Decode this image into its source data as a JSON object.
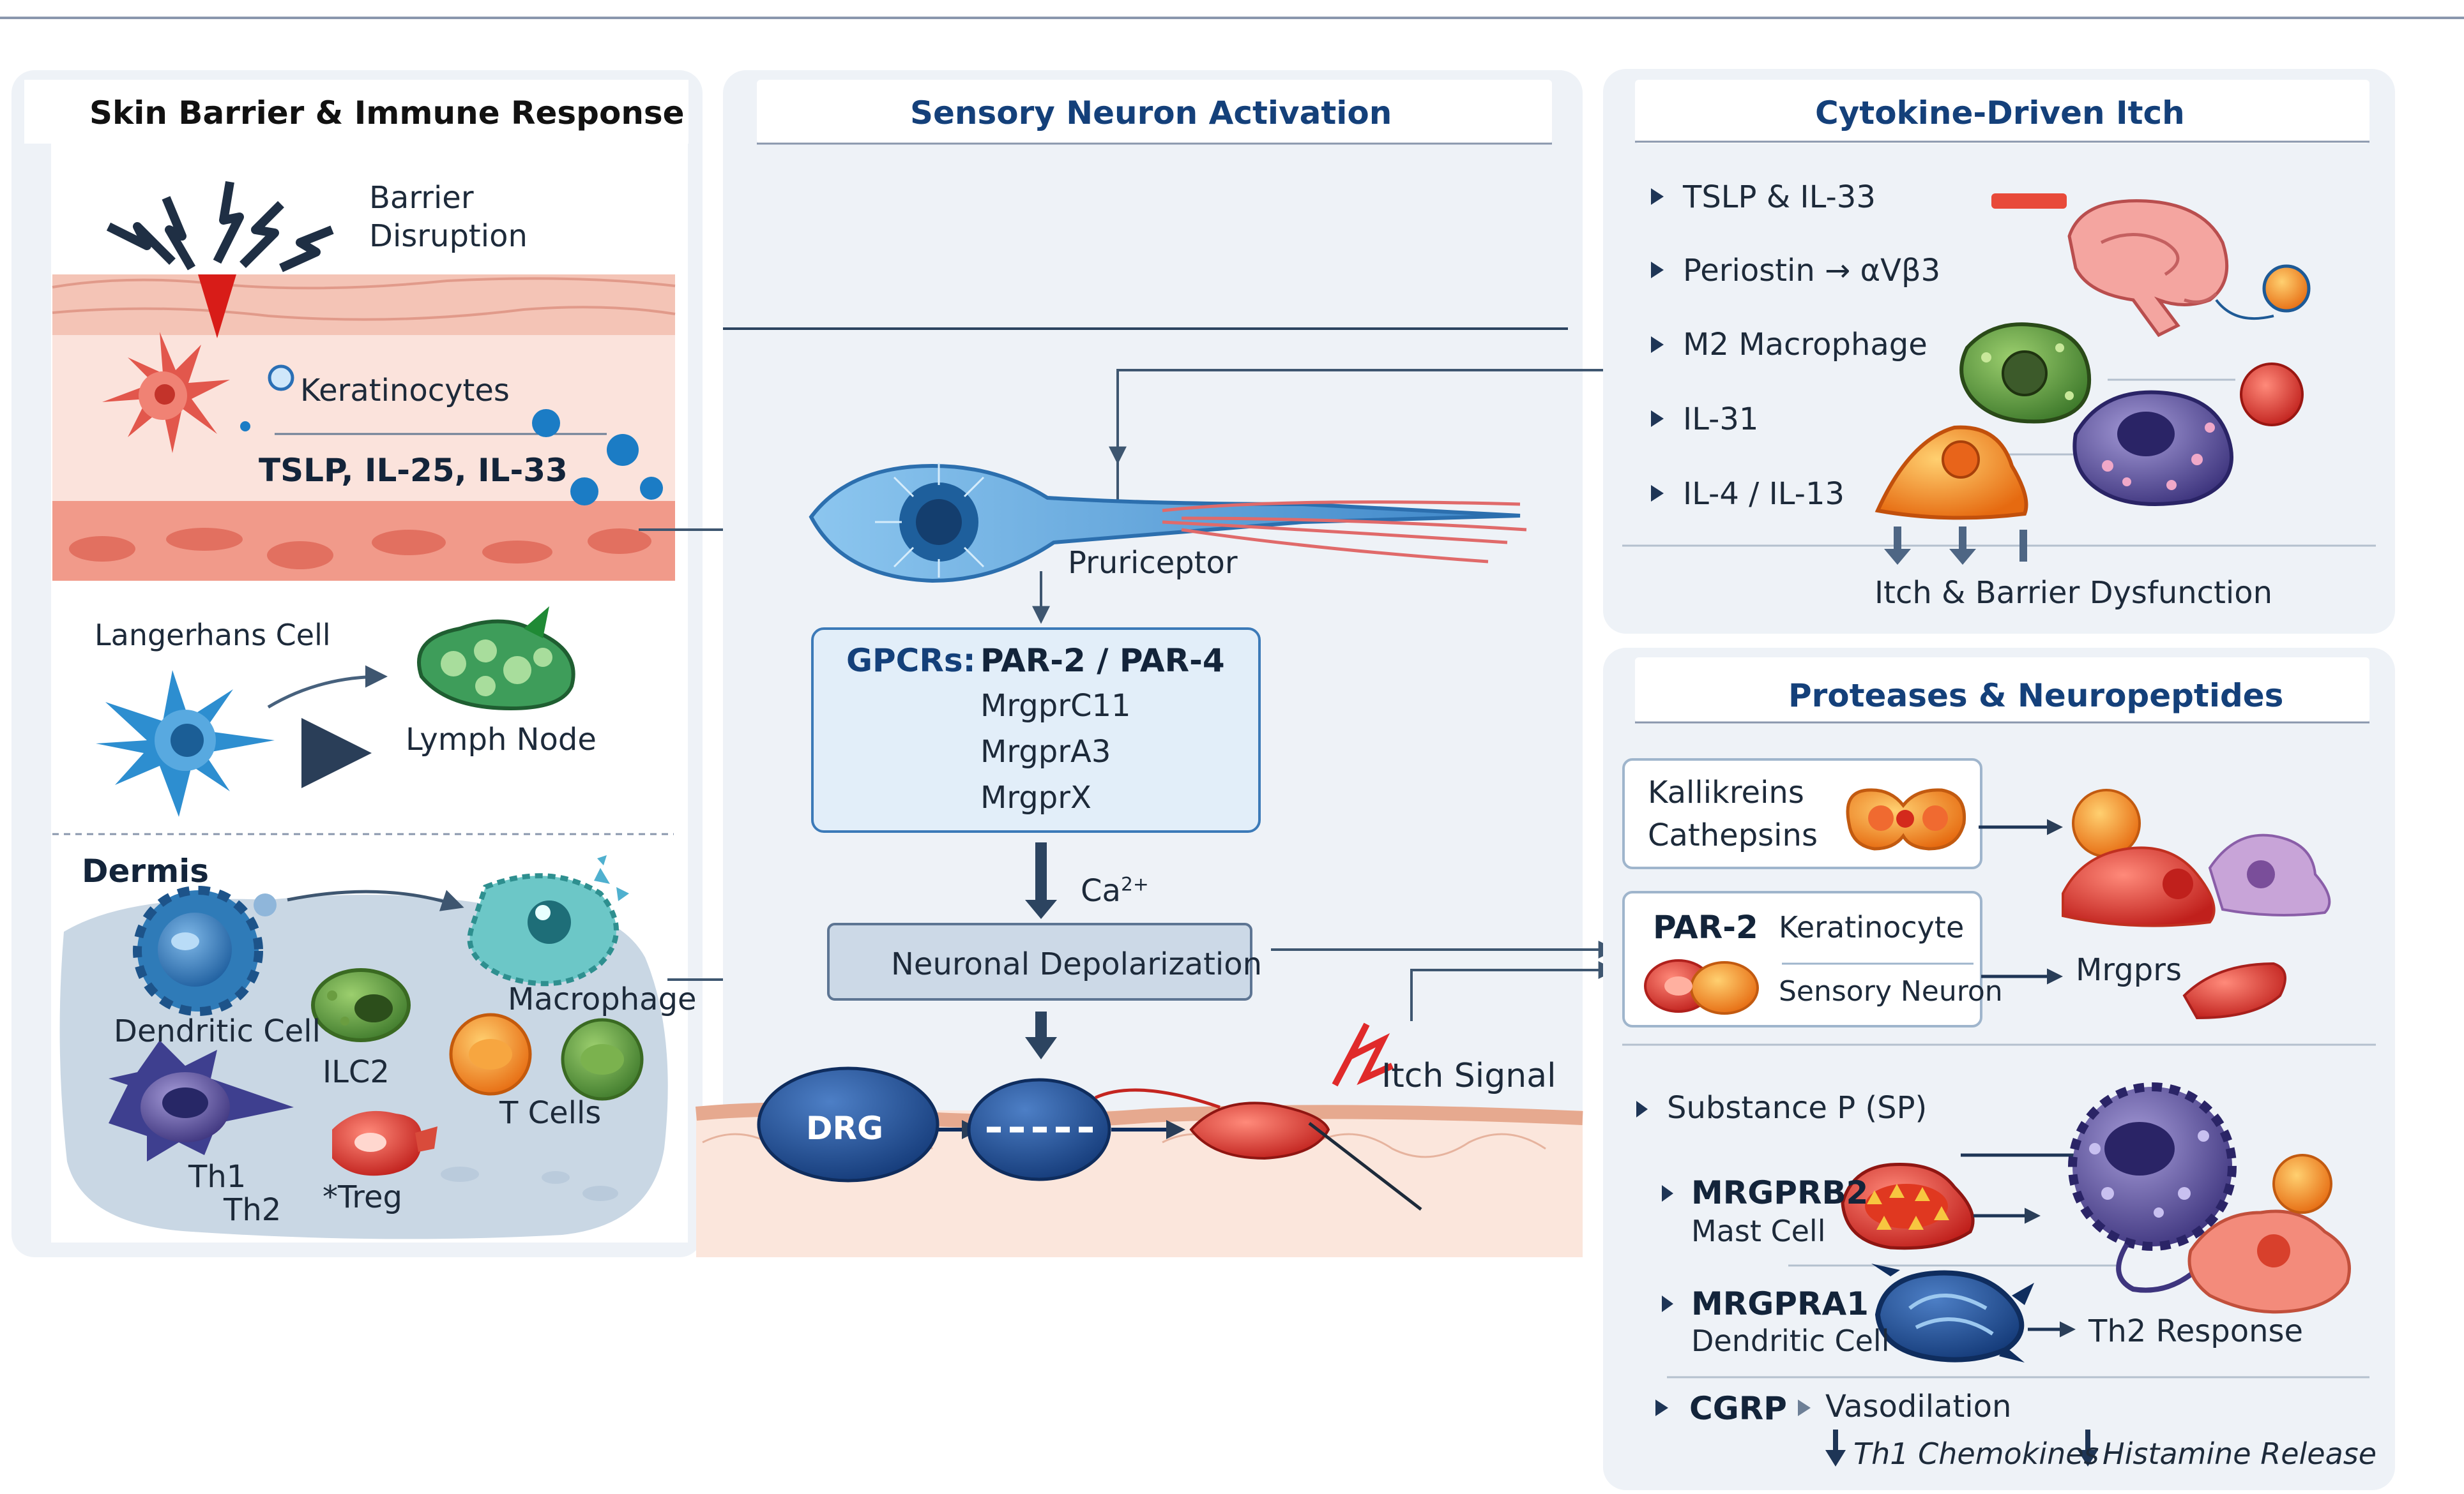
{
  "panels": {
    "skin": {
      "title": "Skin Barrier & Immune Response",
      "barrier": "Barrier\nDisruption",
      "keratinocytes": "Keratinocytes",
      "cytokines": "TSLP, IL-25, IL-33",
      "langerhans": "Langerhans Cell",
      "lymph_node": "Lymph Node",
      "dermis": "Dermis",
      "dendritic": "Dendritic Cell",
      "ilc2": "ILC2",
      "macrophage": "Macrophage",
      "t_cells": "T Cells",
      "th1": "Th1",
      "th2": "Th2",
      "treg": "*Treg"
    },
    "sensory": {
      "title": "Sensory Neuron Activation",
      "pruriceptor": "Pruriceptor",
      "gpcr_label": "GPCRs:",
      "gpcrs": [
        "PAR-2 / PAR-4",
        "MrgprC11",
        "MrgprA3",
        "MrgprX"
      ],
      "calcium": "Ca",
      "calcium_charge": "2+",
      "depolarization": "Neuronal Depolarization",
      "drg": "DRG",
      "itch_signal": "Itch Signal"
    },
    "cytokine": {
      "title": "Cytokine-Driven Itch",
      "items": [
        "TSLP & IL-33",
        "Periostin → αVβ3",
        "M2 Macrophage",
        "IL-31",
        "IL-4 / IL-13"
      ],
      "outcome": "Itch & Barrier Dysfunction"
    },
    "proteases": {
      "title": "Proteases & Neuropeptides",
      "kallikreins": "Kallikreins",
      "cathepsins": "Cathepsins",
      "par2": "PAR-2",
      "keratinocyte": "Keratinocyte",
      "sensory_neuron": "Sensory Neuron",
      "mrgprs": "Mrgprs",
      "substance_p": "Substance P (SP)",
      "mrgprb2": "MRGPRB2",
      "mast_cell": "Mast Cell",
      "mrgpra1": "MRGPRA1",
      "dendritic_cell": "Dendritic Cell",
      "th2_response": "Th2 Response",
      "cgrp": "CGRP",
      "vasodilation": "Vasodilation",
      "th1_chemokines": "Th1 Chemokines",
      "histamine": "Histamine Release"
    }
  },
  "colors": {
    "header_blue": "#14407a",
    "panel_bg": "#eef2f7",
    "skin_pink": "#f6c9bf",
    "neuron_blue": "#5a9fd6",
    "arrow": "#3e5670"
  }
}
